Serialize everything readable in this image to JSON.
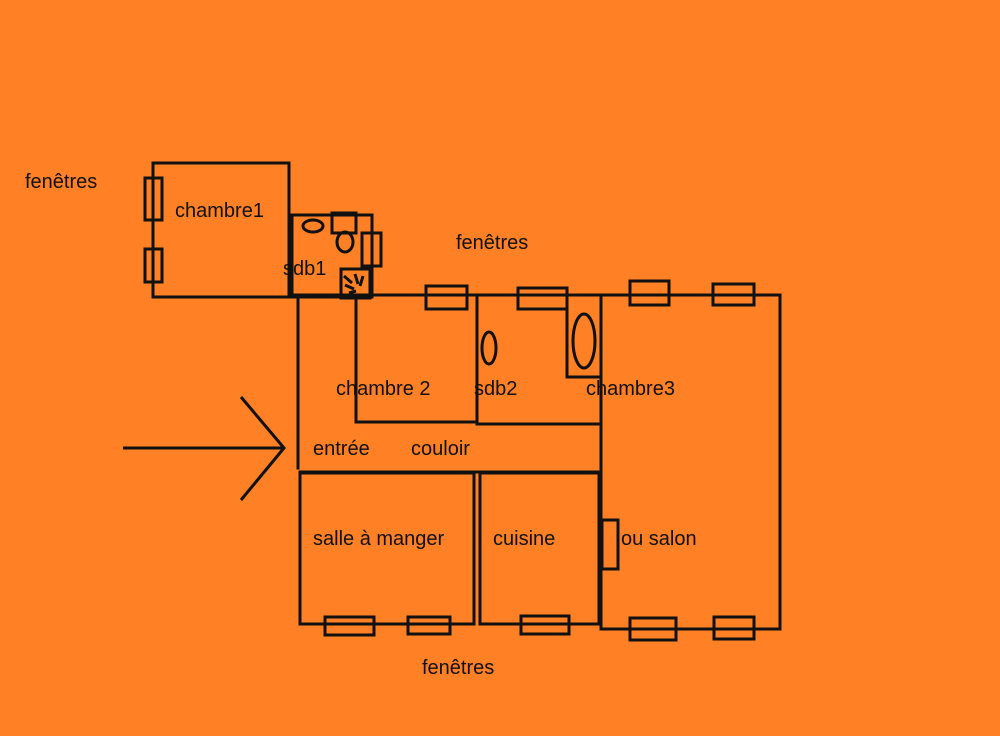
{
  "colors": {
    "background": "#ff8025",
    "ink": "#111111"
  },
  "labels": {
    "windows_left": "fenêtres",
    "windows_top": "fenêtres",
    "windows_bottom": "fenêtres",
    "chambre1": "chambre1",
    "sdb1": "sdb1",
    "chambre2": "chambre 2",
    "sdb2": "sdb2",
    "chambre3": "chambre3",
    "entree": "entrée",
    "couloir": "couloir",
    "salle_a_manger": "salle à manger",
    "cuisine": "cuisine",
    "ou_salon": "ou salon"
  }
}
